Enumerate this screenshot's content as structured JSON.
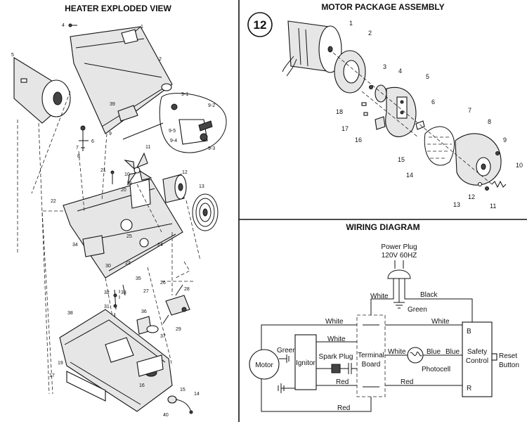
{
  "panels": {
    "heater": {
      "title": "HEATER EXPLODED VIEW",
      "callouts": [
        "1",
        "2",
        "4",
        "5",
        "6",
        "7",
        "8",
        "9",
        "9-1",
        "9-2",
        "9-3",
        "9-4",
        "9-5",
        "10",
        "11",
        "12",
        "13",
        "18",
        "19",
        "20",
        "21",
        "22",
        "23",
        "24",
        "25",
        "26",
        "27",
        "28",
        "29",
        "30",
        "31",
        "32",
        "33",
        "34",
        "35",
        "36",
        "37",
        "38",
        "39",
        "40",
        "14",
        "15",
        "16",
        "17"
      ]
    },
    "motor": {
      "badge": "12",
      "title": "MOTOR PACKAGE ASSEMBLY",
      "callouts": [
        "1",
        "2",
        "3",
        "4",
        "5",
        "6",
        "7",
        "8",
        "9",
        "10",
        "11",
        "12",
        "13",
        "14",
        "15",
        "16",
        "17",
        "18"
      ]
    },
    "wiring": {
      "title": "WIRING DIAGRAM",
      "power_plug": "Power Plug",
      "voltage": "120V 60HZ",
      "white": "White",
      "black": "Black",
      "green": "Green",
      "red": "Red",
      "blue": "Blue",
      "motor": "Motor",
      "ignitor": "Ignitor",
      "spark_plug": "Spark Plug",
      "terminal": "Terminal",
      "board": "Board",
      "photocell": "Photocell",
      "safety": "Safety",
      "control": "Control",
      "reset": "Reset",
      "button": "Button",
      "b": "B",
      "r": "R"
    }
  }
}
